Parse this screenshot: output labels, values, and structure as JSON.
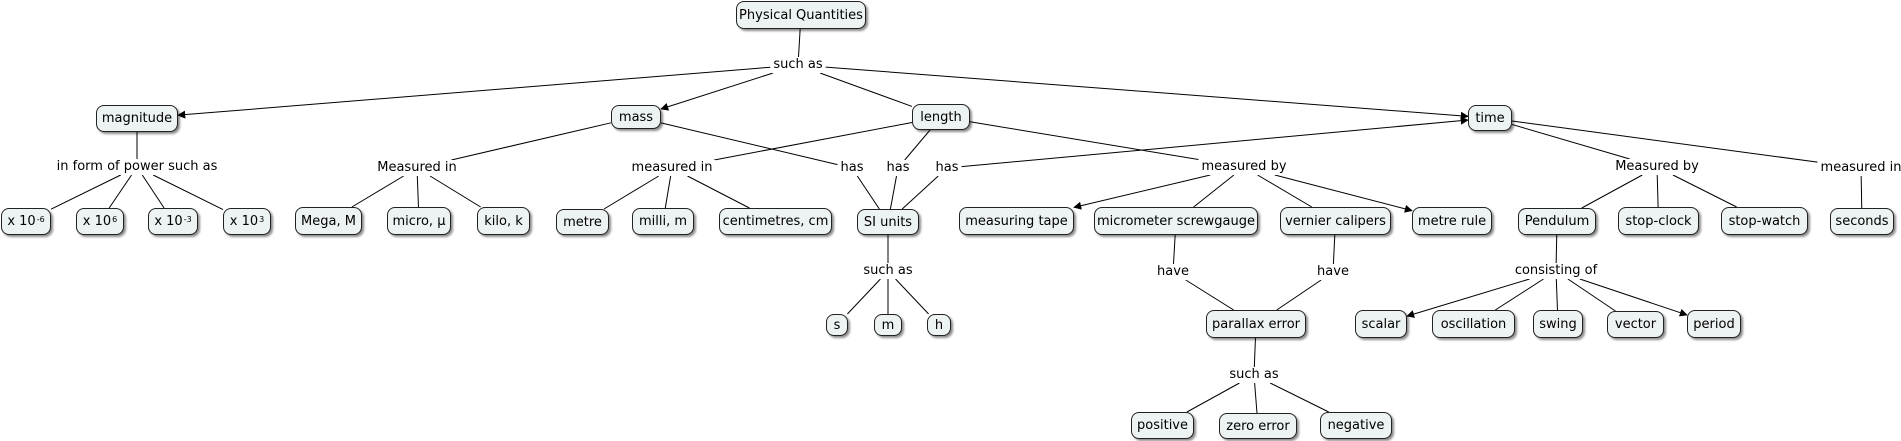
{
  "concepts": {
    "physical_quantities": "Physical Quantities",
    "magnitude": "magnitude",
    "mass": "mass",
    "length": "length",
    "time": "time",
    "pow_neg6_base": "x 10",
    "pow_neg6_exp": "-6",
    "pow_6_base": "x 10",
    "pow_6_exp": "6",
    "pow_neg3_base": "x 10",
    "pow_neg3_exp": "-3",
    "pow_3_base": "x 10",
    "pow_3_exp": "3",
    "mega": "Mega, M",
    "micro": "micro, μ",
    "kilo": "kilo, k",
    "metre": "metre",
    "milli": "milli, m",
    "centimetres": "centimetres, cm",
    "si_units": "SI units",
    "s": "s",
    "m": "m",
    "h": "h",
    "measuring_tape": "measuring tape",
    "micrometer": "micrometer screwgauge",
    "vernier": "vernier calipers",
    "metre_rule": "metre rule",
    "parallax": "parallax error",
    "positive": "positive",
    "zero_error": "zero error",
    "negative": "negative",
    "pendulum": "Pendulum",
    "stop_clock": "stop-clock",
    "stop_watch": "stop-watch",
    "seconds": "seconds",
    "scalar": "scalar",
    "oscillation": "oscillation",
    "swing": "swing",
    "vector": "vector",
    "period": "period"
  },
  "linking_phrases": {
    "such_as_top": "such as",
    "power_such_as": "in form of power such as",
    "measured_in_mass": "Measured in",
    "measured_in_length": "measured in",
    "has_mass": "has",
    "has_length": "has",
    "has_time": "has",
    "measured_by_length": "measured by",
    "such_as_si": "such as",
    "have_micrometer": "have",
    "have_vernier": "have",
    "such_as_parallax": "such as",
    "measured_by_time": "Measured by",
    "measured_in_time": "measured in",
    "consisting_of": "consisting of"
  },
  "colors": {
    "node_fill": "#edf2f2",
    "node_border": "#222222",
    "line": "#000000"
  }
}
